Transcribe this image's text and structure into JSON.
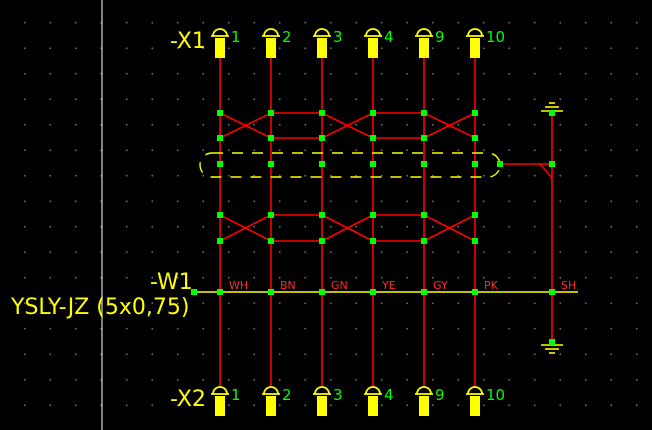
{
  "connectors": {
    "top": {
      "name": "-X1",
      "pins": [
        "1",
        "2",
        "3",
        "4",
        "9",
        "10"
      ]
    },
    "bottom": {
      "name": "-X2",
      "pins": [
        "1",
        "2",
        "3",
        "4",
        "9",
        "10"
      ]
    }
  },
  "cable": {
    "name": "-W1",
    "type": "YSLY-JZ (5x0,75)",
    "cores": [
      "WH",
      "BN",
      "GN",
      "YE",
      "GY",
      "PK"
    ],
    "shield_label": "SH"
  },
  "colors": {
    "wire": "#ff0000",
    "junction": "#00ff00",
    "label_yellow": "#ffff00",
    "pin_green": "#00ff00",
    "shield_dash": "#ffff00",
    "grid": "#6a6a6a",
    "divider": "#ffffff"
  },
  "icons": [
    "ground-symbol-top",
    "ground-symbol-bottom",
    "connector-pin-icon"
  ]
}
